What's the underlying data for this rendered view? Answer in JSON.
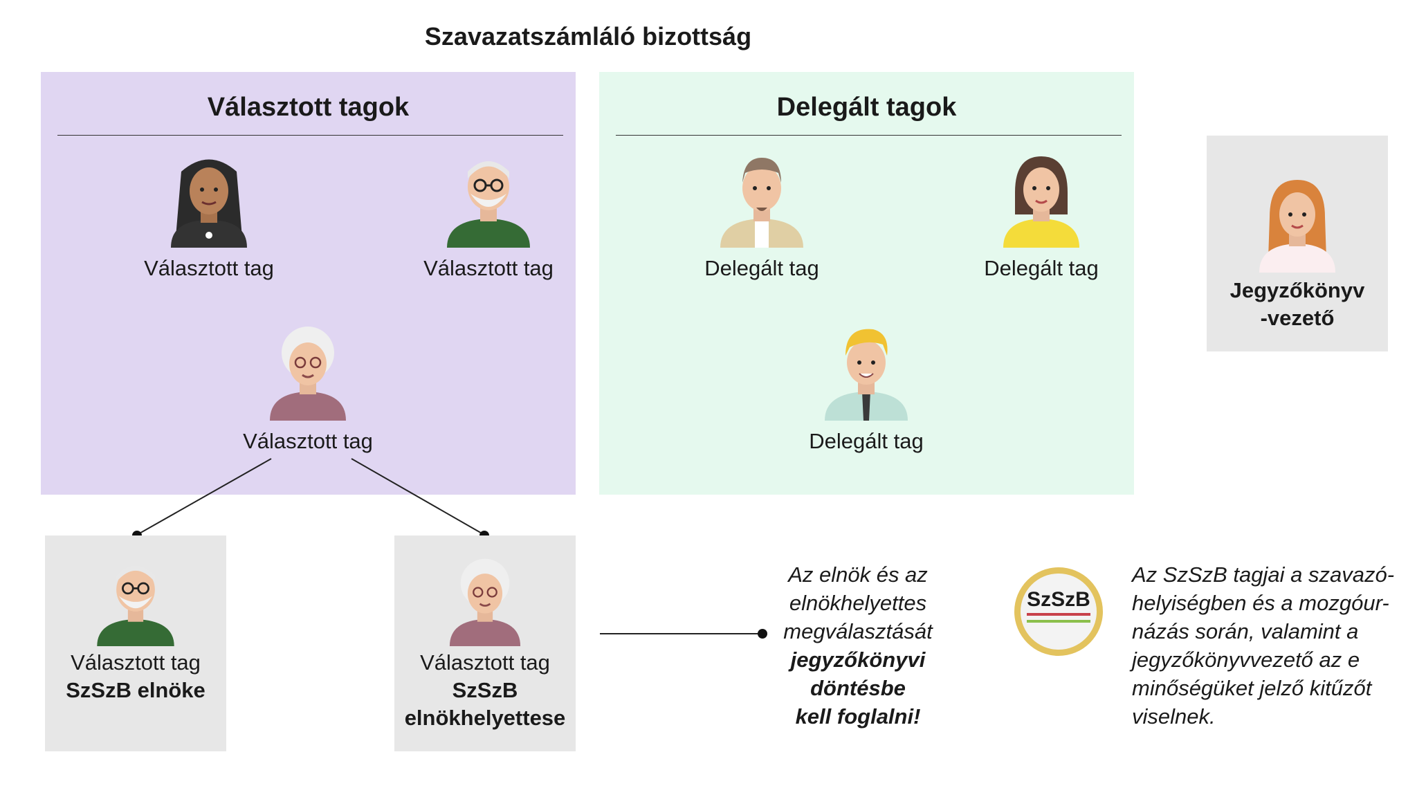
{
  "title": "Szavazatszámláló bizottság",
  "elected": {
    "heading": "Választott tagok",
    "members": [
      "Választott tag",
      "Választott tag",
      "Választott tag"
    ]
  },
  "delegated": {
    "heading": "Delegált tagok",
    "members": [
      "Delegált tag",
      "Delegált tag",
      "Delegált tag"
    ]
  },
  "recorder": {
    "line1": "Jegyzőkönyv",
    "line2": "-vezető"
  },
  "chair": {
    "role": "Választott tag",
    "title": "SzSzB elnöke"
  },
  "vice": {
    "role": "Választott tag",
    "title_line1": "SzSzB",
    "title_line2": "elnökhelyettese"
  },
  "note_election": {
    "line1": "Az elnök és az",
    "line2": "elnökhelyettes",
    "line3": "megválasztását",
    "line4": "jegyzőkönyvi",
    "line5": "döntésbe",
    "line6": "kell foglalni!"
  },
  "badge": {
    "text": "SzSzB"
  },
  "note_badge": {
    "lines": [
      "Az SzSzB tagjai a szavazó-",
      "helyiségben és a mozgóur-",
      "názás során, valamint a",
      "jegyzőkönyvvezető az e",
      "minőségüket jelző kitűzőt",
      "viselnek."
    ]
  },
  "colors": {
    "elected_panel": "#e0d6f2",
    "delegated_panel": "#e5f9ee",
    "card_gray": "#e7e7e7",
    "badge_ring": "#e3c35e"
  }
}
